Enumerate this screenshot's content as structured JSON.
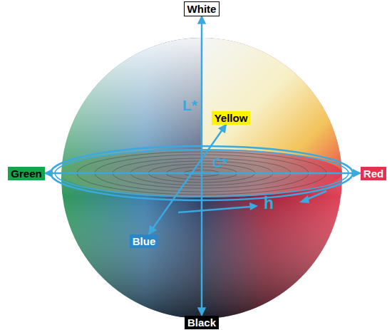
{
  "diagram": {
    "nodes": [
      {
        "text": [
          "White"
        ]
      },
      {
        "text": [
          "Yellow"
        ]
      },
      {
        "text": [
          "Green"
        ]
      },
      {
        "text": [
          "Red"
        ]
      },
      {
        "text": [
          "Blue"
        ]
      },
      {
        "text": [
          "Black"
        ]
      }
    ],
    "edges": [
      {
        "from": 0,
        "to": 5,
        "arrow": "both"
      },
      {
        "from": 2,
        "to": 3,
        "arrow": "both"
      },
      {
        "from": 4,
        "to": 1,
        "arrow": "both"
      }
    ],
    "labels": [
      "L*",
      "C*",
      "h"
    ]
  }
}
